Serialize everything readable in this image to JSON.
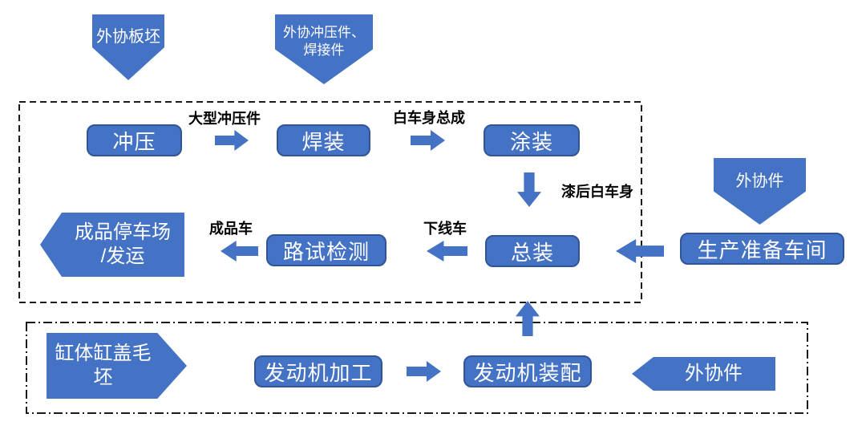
{
  "colors": {
    "shape_fill": "#4472C4",
    "shape_border": "#2F5597",
    "label_text": "#000000",
    "boundary_line": "#1a1a1a"
  },
  "nodes": {
    "slab": {
      "label": "外协板坯"
    },
    "outsourced_stamping": {
      "label": "外协冲压件、\n焊接件"
    },
    "outsourced_parts_top": {
      "label": "外协件"
    },
    "stamping": {
      "label": "冲压"
    },
    "welding": {
      "label": "焊装"
    },
    "painting": {
      "label": "涂装"
    },
    "assembly": {
      "label": "总装"
    },
    "road_test": {
      "label": "路试检测"
    },
    "parking_shipping": {
      "label": "成品停车场\n/发运"
    },
    "production_prep": {
      "label": "生产准备车间"
    },
    "engine_machining": {
      "label": "发动机加工"
    },
    "engine_assembly": {
      "label": "发动机装配"
    },
    "outsourced_parts_bottom": {
      "label": "外协件"
    },
    "cylinder_blank": {
      "label": "缸体缸盖毛\n坯"
    }
  },
  "edge_labels": {
    "large_stampings": "大型冲压件",
    "biw_assembly": "白车身总成",
    "painted_biw": "漆后白车身",
    "offline_car": "下线车",
    "finished_car": "成品车"
  }
}
